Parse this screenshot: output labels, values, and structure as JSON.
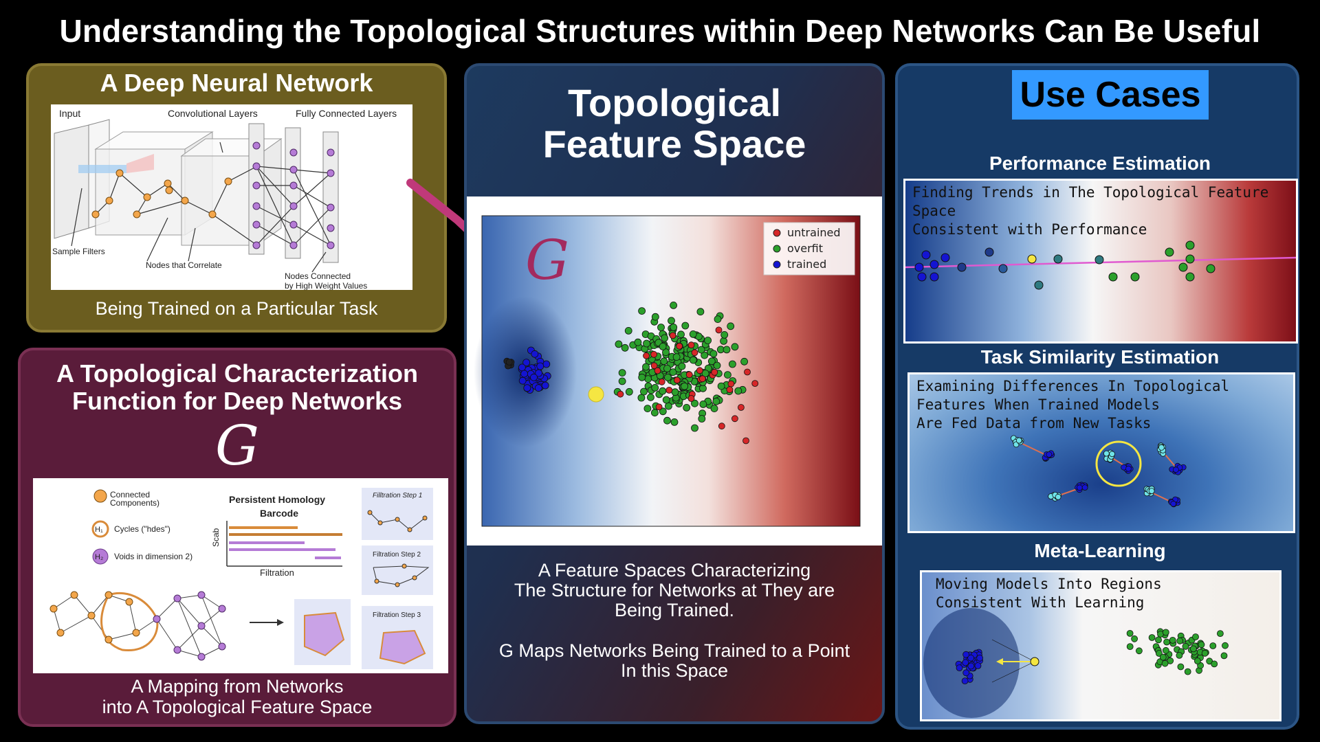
{
  "title": "Understanding the Topological Structures within Deep Networks Can Be Useful",
  "dnn_panel": {
    "title": "A Deep Neural Network",
    "caption": "Being Trained on a Particular Task",
    "diagram_labels": {
      "input": "Input",
      "conv": "Convolutional Layers",
      "fc": "Fully Connected Layers",
      "filters": "Sample Filters",
      "correlate": "Nodes that Correlate",
      "connected1": "Nodes Connected",
      "connected2": "by High Weight Values"
    }
  },
  "topo_panel": {
    "title_line1": "A Topological Characterization",
    "title_line2": "Function for Deep Networks",
    "symbol": "G",
    "caption_line1": "A Mapping from Networks",
    "caption_line2": "into A Topological Feature Space",
    "figure": {
      "legend_h0_1": "Connected",
      "legend_h0_2": "Components)",
      "legend_h1": "Cycles (\"hdes\")",
      "legend_h2": "Voids in dimension 2)",
      "badge_h1": "H₁",
      "badge_h2": "H₂",
      "barcode_title1": "Persistent Homology",
      "barcode_title2": "Barcode",
      "barcode_ylabel": "Scab",
      "barcode_xlabel": "Filtration",
      "step1": "Filltration Step 1",
      "step2": "Filtration Step 2",
      "step3": "Filtration Step 3"
    }
  },
  "feature_panel": {
    "title_line1": "Topological",
    "title_line2": "Feature Space",
    "symbol": "G",
    "legend": [
      "untrained",
      "overfit",
      "trained"
    ],
    "caption_1a": "A Feature Spaces Characterizing",
    "caption_1b": "The Structure for Networks at They are",
    "caption_1c": "Being Trained.",
    "caption_2a": "G Maps Networks Being Trained to a Point",
    "caption_2b": "In this Space"
  },
  "use_cases": {
    "title": "Use Cases",
    "performance": {
      "heading": "Performance Estimation",
      "text1": "Finding Trends in The Topological Feature Space",
      "text2": "Consistent with Performance"
    },
    "task_similarity": {
      "heading": "Task Similarity Estimation",
      "text1": "Examining Differences In Topological",
      "text2": "Features When Trained Models",
      "text3": "Are Fed Data from New Tasks"
    },
    "meta_learning": {
      "heading": "Meta-Learning",
      "text1": "Moving Models Into Regions",
      "text2": "Consistent With Learning"
    }
  },
  "colors": {
    "untrained": "#d62728",
    "overfit": "#2ca02c",
    "trained": "#1414d2",
    "point": "#f5e642",
    "arrow": "#c0397a",
    "use_cases_title_bg": "#3399ff"
  }
}
